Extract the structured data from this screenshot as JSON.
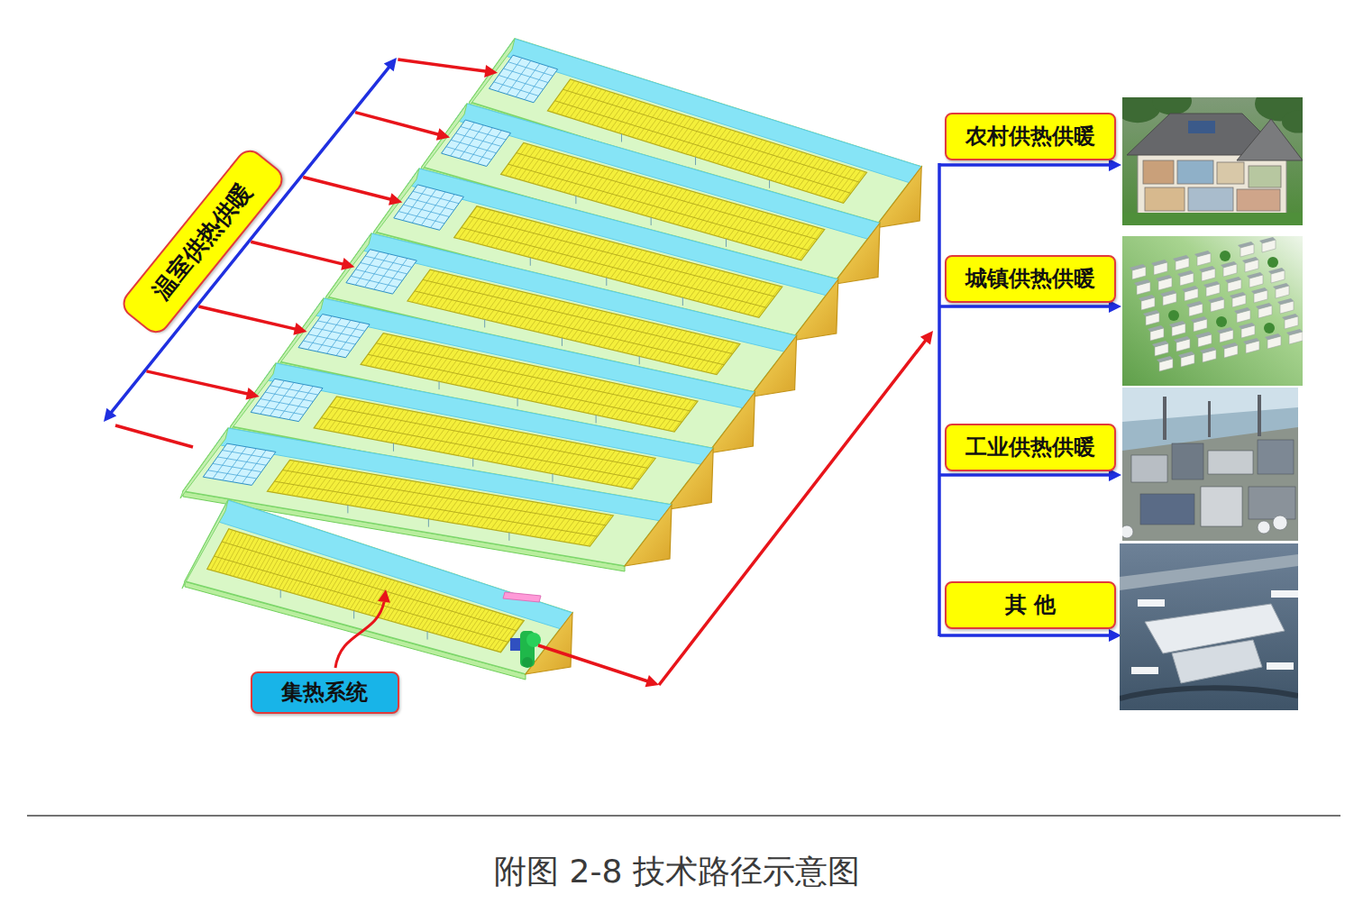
{
  "diagram": {
    "caption": "附图 2-8 技术路径示意图",
    "nodes": [
      {
        "text": [
          "温室供热供暖"
        ]
      },
      {
        "text": [
          "集热系统"
        ]
      },
      {
        "text": [
          "农村供热供暖"
        ]
      },
      {
        "text": [
          "城镇供热供暖"
        ]
      },
      {
        "text": [
          "工业供热供暖"
        ]
      },
      {
        "text": [
          "其 他"
        ]
      }
    ]
  }
}
